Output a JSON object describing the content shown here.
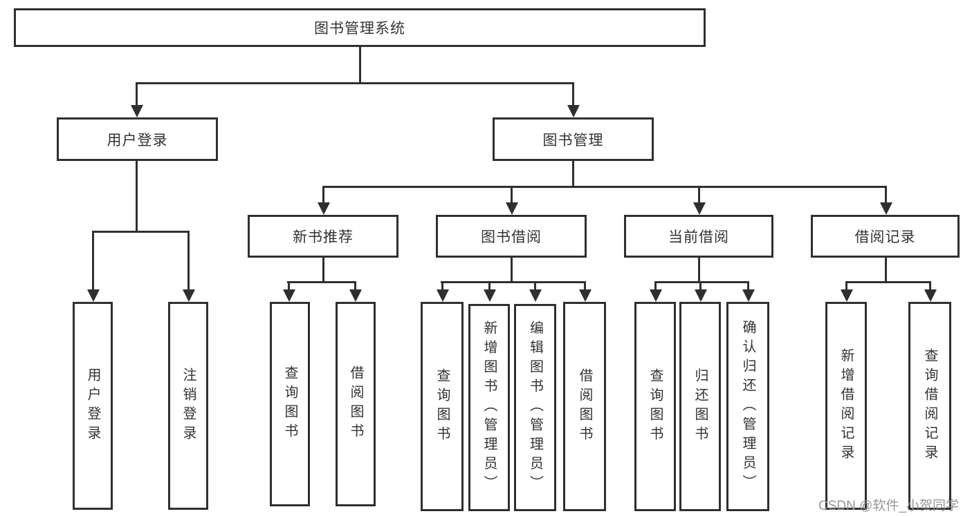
{
  "diagram": {
    "root": {
      "label": "图书管理系统"
    },
    "children": [
      {
        "label": "用户登录",
        "children": [
          {
            "label": "用户登录"
          },
          {
            "label": "注销登录"
          }
        ]
      },
      {
        "label": "图书管理",
        "children": [
          {
            "label": "新书推荐",
            "children": [
              {
                "label": "查询图书"
              },
              {
                "label": "借阅图书"
              }
            ]
          },
          {
            "label": "图书借阅",
            "children": [
              {
                "label": "查询图书"
              },
              {
                "label": "新增图书（管理员）"
              },
              {
                "label": "编辑图书（管理员）"
              },
              {
                "label": "借阅图书"
              }
            ]
          },
          {
            "label": "当前借阅",
            "children": [
              {
                "label": "查询图书"
              },
              {
                "label": "归还图书"
              },
              {
                "label": "确认归还（管理员）"
              }
            ]
          },
          {
            "label": "借阅记录",
            "children": [
              {
                "label": "新增借阅记录"
              },
              {
                "label": "查询借阅记录"
              }
            ]
          }
        ]
      }
    ]
  },
  "watermark": {
    "text": "CSDN @软件_小贺同学"
  },
  "colors": {
    "line": "#2f2f2f",
    "text": "#333333",
    "watermark": "#919191",
    "background": "#ffffff"
  }
}
